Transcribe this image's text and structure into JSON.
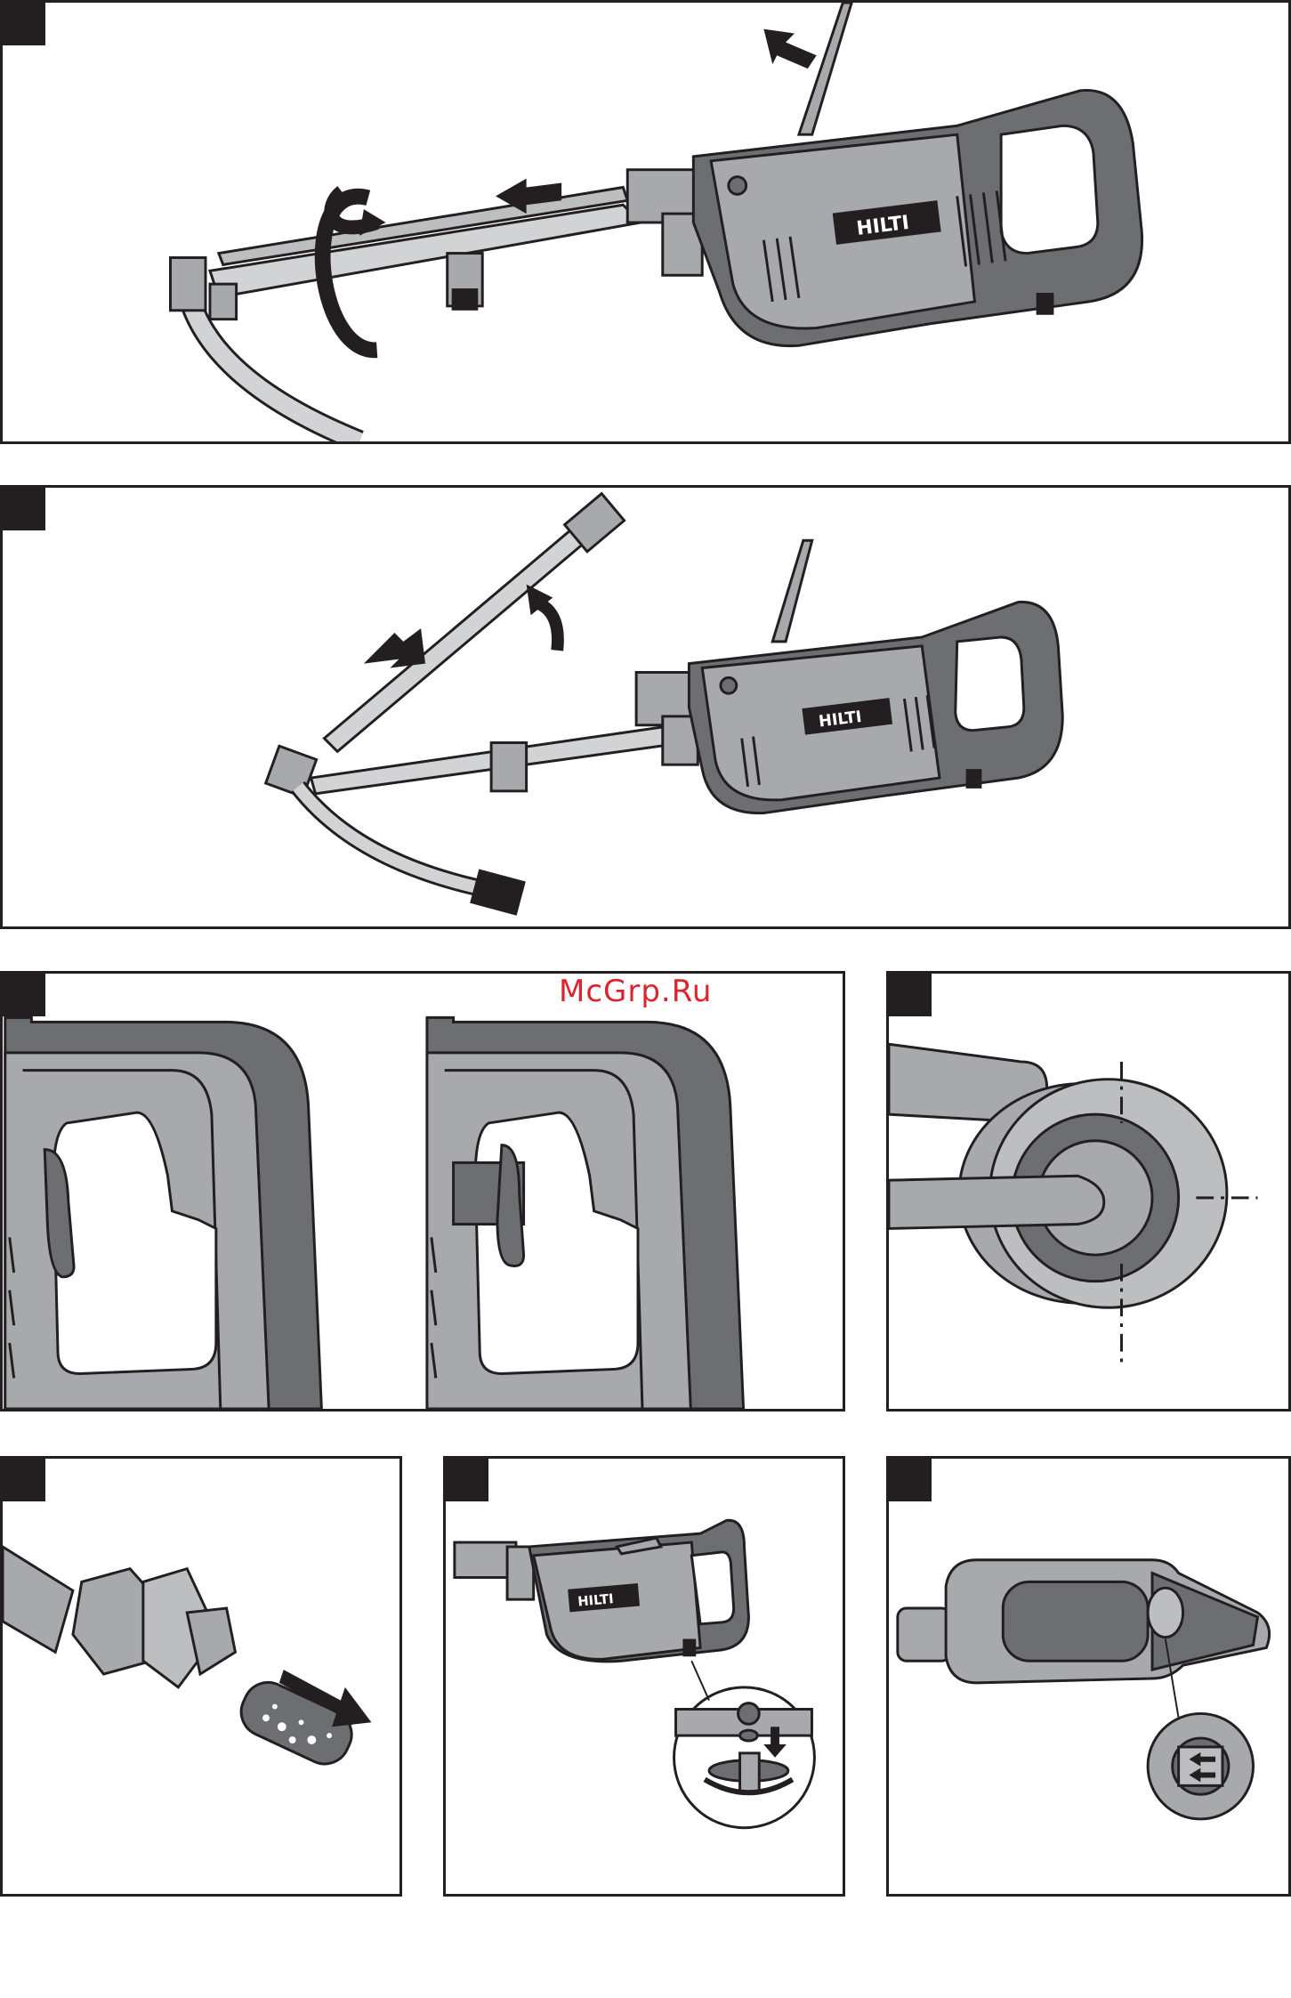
{
  "brand": "HILTI",
  "watermark": "McGrp.Ru",
  "colors": {
    "outline": "#231f20",
    "body_grey": "#a7a9ac",
    "dark_grey": "#6d6e71",
    "light_grey": "#d1d3d4",
    "watermark_red": "#d8262c"
  },
  "icons": [
    "arrow-icon",
    "rotate-arrow-icon",
    "magnifier-inset"
  ]
}
